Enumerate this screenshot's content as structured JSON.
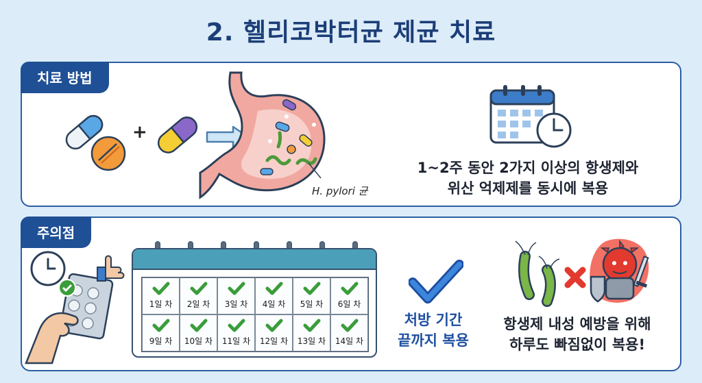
{
  "title": "2. 헬리코박터균 제균 치료",
  "method": {
    "tag": "치료 방법",
    "plus": "+",
    "bacteria_label": "H. pylori 균",
    "desc_line1": "1~2주 동안 2가지 이상의 항생제와",
    "desc_line2": "위산 억제제를 동시에 복용"
  },
  "caution": {
    "tag": "주의점",
    "days": [
      "1일 차",
      "2일 차",
      "3일 차",
      "4일 차",
      "5일 차",
      "6일 차",
      "9일 차",
      "10일 차",
      "11일 차",
      "12일 차",
      "13일 차",
      "14일 차"
    ],
    "note_line1": "처방 기간",
    "note_line2": "끝까지 복용",
    "resist_line1": "항생제 내성 예방을 위해",
    "resist_line2": "하루도 빠짐없이 복용!"
  },
  "colors": {
    "title": "#1c3e78",
    "panel_border": "#2b5ea3",
    "tag_bg": "#1f4f95",
    "check": "#3a9d3a",
    "blue_note": "#1e4fa0"
  }
}
